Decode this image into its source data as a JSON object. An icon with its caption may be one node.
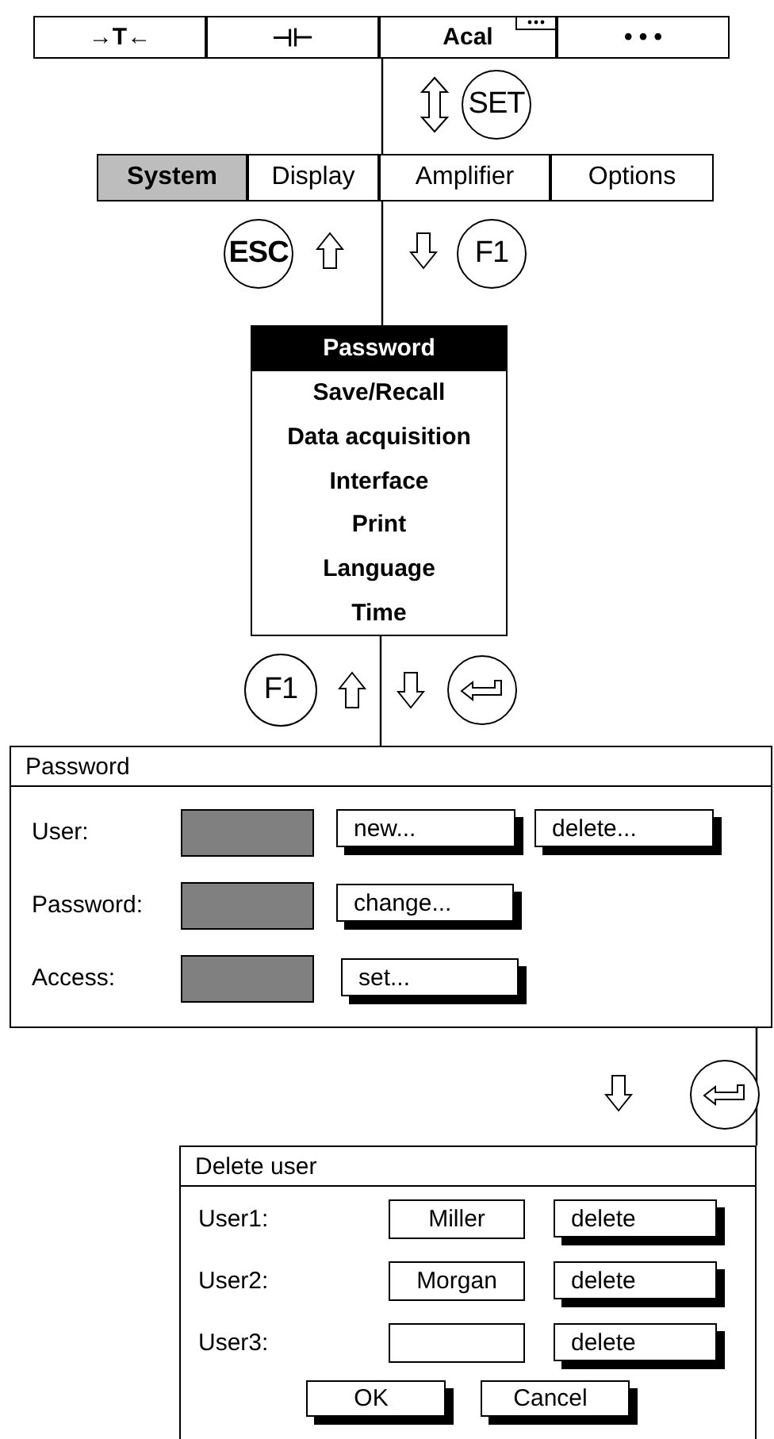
{
  "diagram": {
    "nodes": [
      {
        "text": [
          "→T←"
        ]
      },
      {
        "text": [
          "⊣⊢"
        ]
      },
      {
        "text": [
          "Acal"
        ]
      },
      {
        "text": [
          "• • •"
        ]
      },
      {
        "text": [
          "SET"
        ]
      },
      {
        "text": [
          "System"
        ]
      },
      {
        "text": [
          "Display"
        ]
      },
      {
        "text": [
          "Amplifier"
        ]
      },
      {
        "text": [
          "Options"
        ]
      },
      {
        "text": [
          "ESC"
        ]
      },
      {
        "text": [
          "F1"
        ]
      },
      {
        "text": [
          "Password",
          "Save/Recall",
          "Data acquisition",
          "Interface",
          "Print",
          "Language",
          "Time"
        ]
      },
      {
        "text": [
          "F1"
        ]
      },
      {
        "text": [],
        "shape": "circle"
      },
      {
        "text": [
          "Password"
        ]
      },
      {
        "text": [],
        "shape": "box",
        "in": 14
      },
      {
        "text": [
          "new..."
        ],
        "in": 14
      },
      {
        "text": [
          "delete..."
        ],
        "in": 14
      },
      {
        "text": [],
        "shape": "box",
        "in": 14
      },
      {
        "text": [
          "change..."
        ],
        "in": 14
      },
      {
        "text": [],
        "shape": "box",
        "in": 14
      },
      {
        "text": [
          "set..."
        ],
        "in": 14
      },
      {
        "text": [],
        "shape": "circle"
      },
      {
        "text": [
          "Delete user"
        ]
      },
      {
        "text": [
          "Miller"
        ],
        "in": 23
      },
      {
        "text": [
          "delete"
        ],
        "in": 23
      },
      {
        "text": [
          "Morgan"
        ],
        "in": 23
      },
      {
        "text": [
          "delete"
        ],
        "in": 23
      },
      {
        "text": [],
        "shape": "box",
        "in": 23
      },
      {
        "text": [
          "delete"
        ],
        "in": 23
      },
      {
        "text": [
          "OK"
        ],
        "in": 23
      },
      {
        "text": [
          "Cancel"
        ],
        "in": 23
      }
    ],
    "edges": [
      {
        "from": 2,
        "to": 7,
        "arrow": "none"
      },
      {
        "from": 7,
        "to": 11,
        "arrow": "none"
      },
      {
        "from": 11,
        "to": 14,
        "arrow": "none"
      },
      {
        "from": 17,
        "to": 23,
        "arrow": "none"
      }
    ],
    "labels": [
      "User:",
      "Password:",
      "Access:",
      "User1:",
      "User2:",
      "User3:"
    ]
  }
}
